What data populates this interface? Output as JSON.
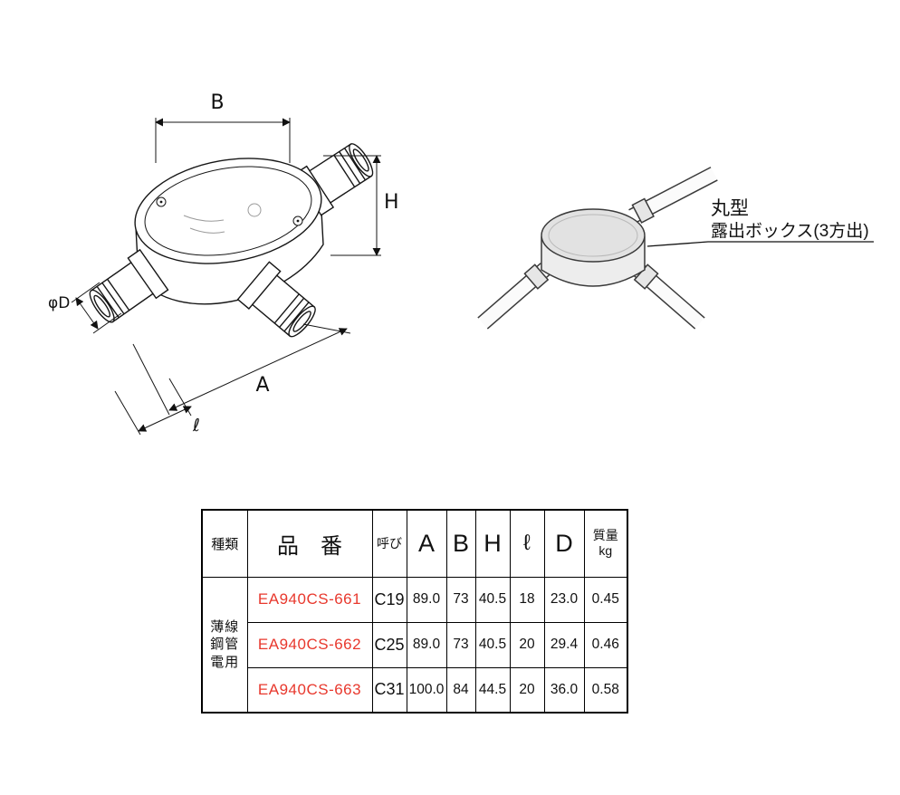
{
  "page": {
    "background": "#ffffff"
  },
  "drawing": {
    "labels": {
      "B": "B",
      "H": "H",
      "phiD": "φD",
      "A": "A",
      "ell": "ℓ"
    }
  },
  "callout": {
    "line1": "丸型",
    "line2": "露出ボックス(3方出)"
  },
  "table": {
    "headers": {
      "kind": "種類",
      "part": "品　番",
      "nominal": "呼び",
      "A": "A",
      "B": "B",
      "H": "H",
      "ell": "ℓ",
      "D": "D",
      "mass_line1": "質量",
      "mass_line2": "kg"
    },
    "kind_lines": [
      "薄線",
      "鋼管",
      "電用"
    ],
    "rows": [
      {
        "part": "EA940CS-661",
        "nominal": "C19",
        "A": "89.0",
        "B": "73",
        "H": "40.5",
        "ell": "18",
        "D": "23.0",
        "mass": "0.45"
      },
      {
        "part": "EA940CS-662",
        "nominal": "C25",
        "A": "89.0",
        "B": "73",
        "H": "40.5",
        "ell": "20",
        "D": "29.4",
        "mass": "0.46"
      },
      {
        "part": "EA940CS-663",
        "nominal": "C31",
        "A": "100.0",
        "B": "84",
        "H": "44.5",
        "ell": "20",
        "D": "36.0",
        "mass": "0.58"
      }
    ],
    "part_number_color": "#e8382d"
  }
}
